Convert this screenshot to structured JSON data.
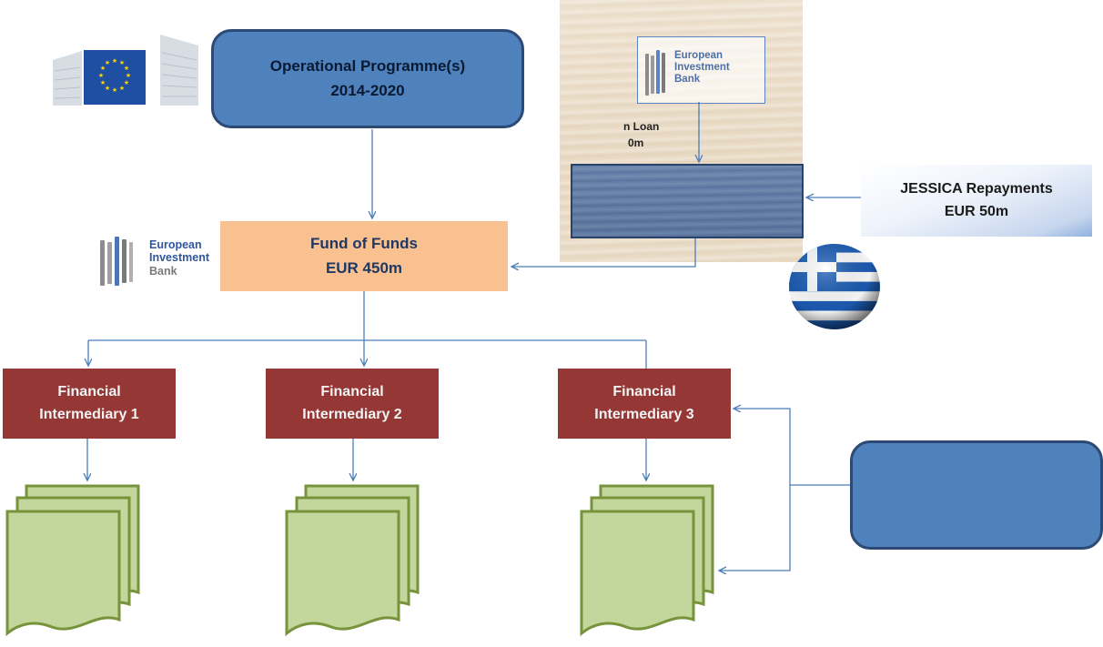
{
  "operational_programme": {
    "line1": "Operational Programme(s)",
    "line2": "2014-2020"
  },
  "fund_of_funds": {
    "line1": "Fund of Funds",
    "line2": "EUR 450m"
  },
  "eib_logo": {
    "line1": "European",
    "line2": "Investment",
    "line3": "Bank"
  },
  "eib_loan": {
    "line1": "n Loan",
    "line2": "0m"
  },
  "jessica": {
    "line1": "JESSICA Repayments",
    "line2": "EUR 50m"
  },
  "intermediaries": [
    {
      "line1": "Financial",
      "line2": "Intermediary 1"
    },
    {
      "line1": "Financial",
      "line2": "Intermediary 2"
    },
    {
      "line1": "Financial",
      "line2": "Intermediary 3"
    }
  ],
  "icons": {
    "ec_logo": "european-commission-logo-icon",
    "eu_flag": "eu-flag-icon",
    "eib_logo": "eib-logo-icon",
    "greek_flag": "greek-flag-icon",
    "document_stack": "document-stack-icon"
  },
  "colors": {
    "op_box": "#4f81bd",
    "fund_of_funds": "#f9c090",
    "intermediary": "#953735",
    "documents_fill": "#c3d69b",
    "documents_stroke": "#77933c",
    "connector": "#4a7ebb"
  }
}
